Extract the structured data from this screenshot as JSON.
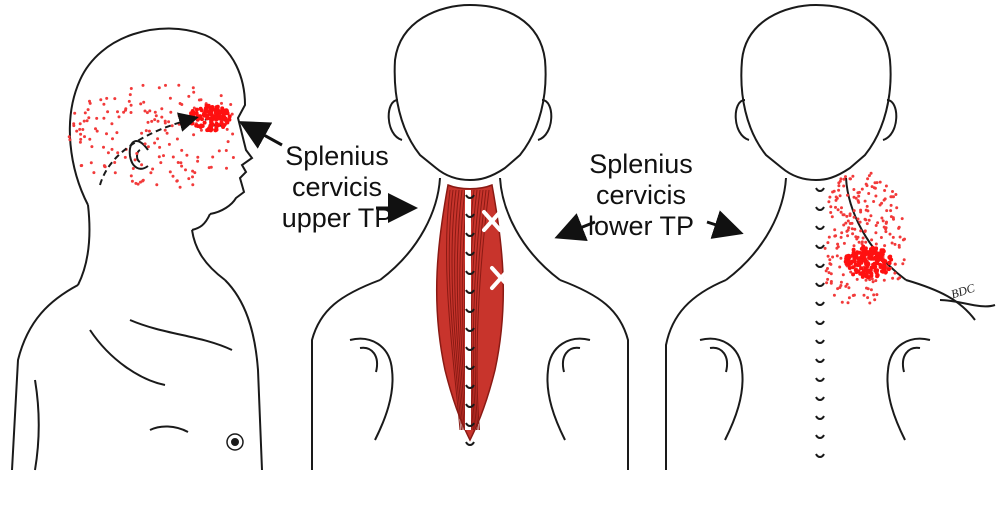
{
  "labels": {
    "upper": [
      "Splenius",
      "cervicis",
      "upper TP"
    ],
    "lower": [
      "Splenius",
      "cervicis",
      "lower TP"
    ]
  },
  "signature": "BDC",
  "colors": {
    "outline": "#1a1a1a",
    "pain_dots": "#f23a3a",
    "pain_core": "#ff1010",
    "muscle": "#c8342c",
    "muscle_dark": "#8a1a14",
    "trigger_point_marker": "#ffffff"
  },
  "figures": [
    "side-view-head",
    "back-view-muscle",
    "back-view-pain"
  ],
  "trigger_points": [
    "upper-trigger-point-x",
    "lower-trigger-point-x"
  ]
}
